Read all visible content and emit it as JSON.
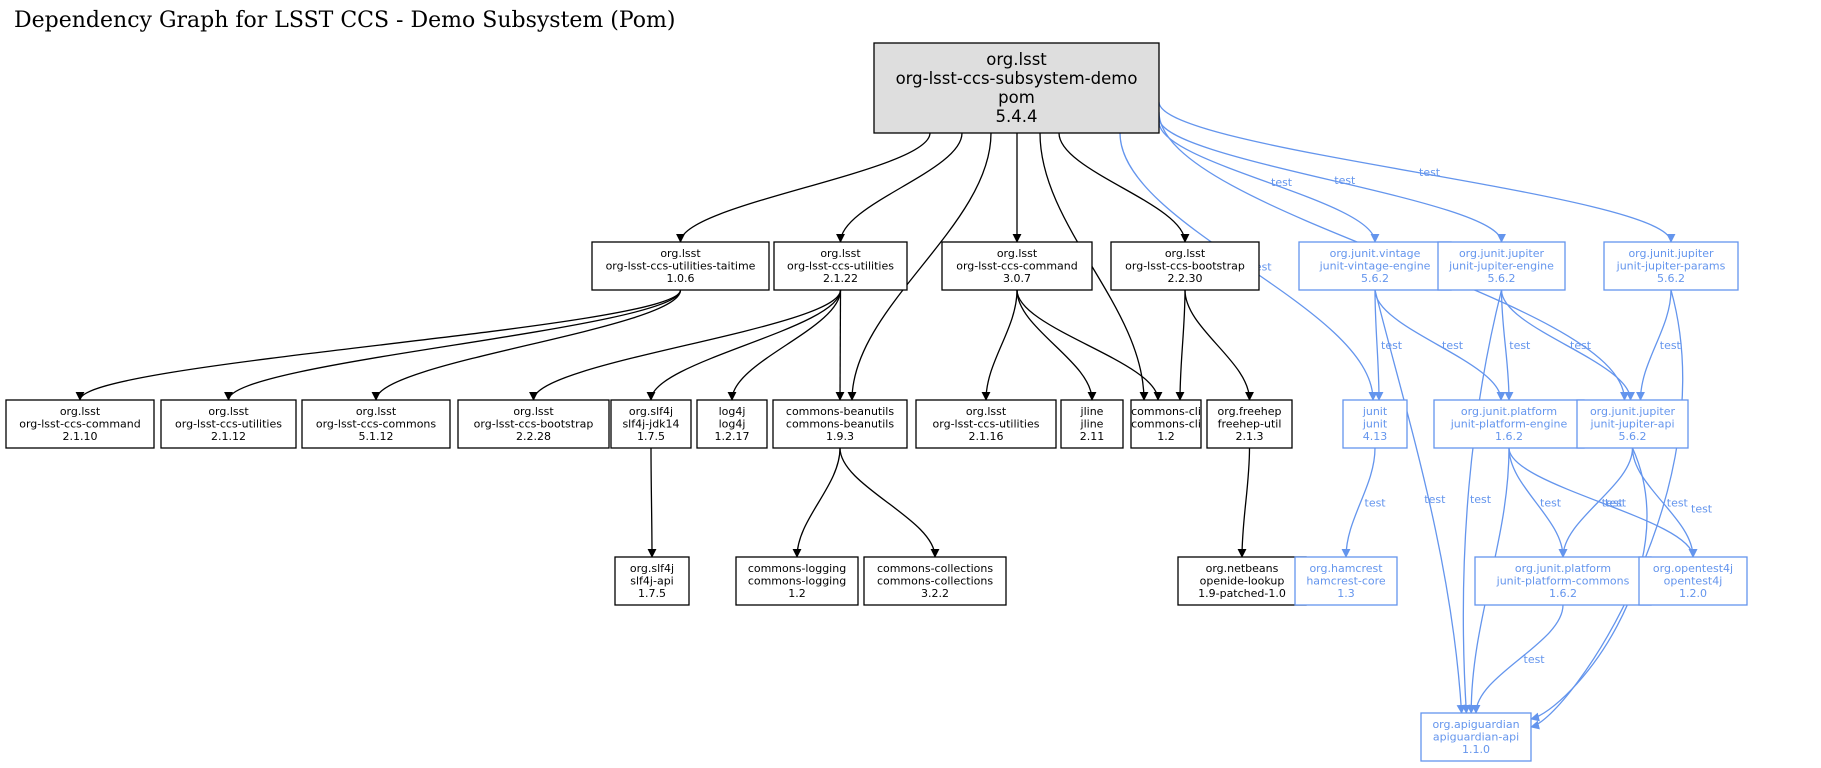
{
  "title": "Dependency Graph for LSST CCS - Demo Subsystem (Pom)",
  "colors": {
    "compile": "#000000",
    "test": "#6495ed",
    "root_fill": "#dedede"
  },
  "nodes": [
    {
      "id": "root",
      "lines": [
        "org.lsst",
        "org-lsst-ccs-subsystem-demo",
        "pom",
        "5.4.4"
      ],
      "scope": "root"
    },
    {
      "id": "taitime",
      "lines": [
        "org.lsst",
        "org-lsst-ccs-utilities-taitime",
        "1.0.6"
      ],
      "scope": "compile"
    },
    {
      "id": "utilities2122",
      "lines": [
        "org.lsst",
        "org-lsst-ccs-utilities",
        "2.1.22"
      ],
      "scope": "compile"
    },
    {
      "id": "command307",
      "lines": [
        "org.lsst",
        "org-lsst-ccs-command",
        "3.0.7"
      ],
      "scope": "compile"
    },
    {
      "id": "bootstrap2230",
      "lines": [
        "org.lsst",
        "org-lsst-ccs-bootstrap",
        "2.2.30"
      ],
      "scope": "compile"
    },
    {
      "id": "vintage",
      "lines": [
        "org.junit.vintage",
        "junit-vintage-engine",
        "5.6.2"
      ],
      "scope": "test"
    },
    {
      "id": "jupiterengine",
      "lines": [
        "org.junit.jupiter",
        "junit-jupiter-engine",
        "5.6.2"
      ],
      "scope": "test"
    },
    {
      "id": "jupiterparams",
      "lines": [
        "org.junit.jupiter",
        "junit-jupiter-params",
        "5.6.2"
      ],
      "scope": "test"
    },
    {
      "id": "command2110",
      "lines": [
        "org.lsst",
        "org-lsst-ccs-command",
        "2.1.10"
      ],
      "scope": "compile"
    },
    {
      "id": "utilities2112",
      "lines": [
        "org.lsst",
        "org-lsst-ccs-utilities",
        "2.1.12"
      ],
      "scope": "compile"
    },
    {
      "id": "commons5112",
      "lines": [
        "org.lsst",
        "org-lsst-ccs-commons",
        "5.1.12"
      ],
      "scope": "compile"
    },
    {
      "id": "bootstrap2228",
      "lines": [
        "org.lsst",
        "org-lsst-ccs-bootstrap",
        "2.2.28"
      ],
      "scope": "compile"
    },
    {
      "id": "slf4jjdk14",
      "lines": [
        "org.slf4j",
        "slf4j-jdk14",
        "1.7.5"
      ],
      "scope": "compile"
    },
    {
      "id": "log4j",
      "lines": [
        "log4j",
        "log4j",
        "1.2.17"
      ],
      "scope": "compile"
    },
    {
      "id": "beanutils",
      "lines": [
        "commons-beanutils",
        "commons-beanutils",
        "1.9.3"
      ],
      "scope": "compile"
    },
    {
      "id": "utilities2116",
      "lines": [
        "org.lsst",
        "org-lsst-ccs-utilities",
        "2.1.16"
      ],
      "scope": "compile"
    },
    {
      "id": "jline",
      "lines": [
        "jline",
        "jline",
        "2.11"
      ],
      "scope": "compile"
    },
    {
      "id": "commonscli",
      "lines": [
        "commons-cli",
        "commons-cli",
        "1.2"
      ],
      "scope": "compile"
    },
    {
      "id": "freehep",
      "lines": [
        "org.freehep",
        "freehep-util",
        "2.1.3"
      ],
      "scope": "compile"
    },
    {
      "id": "junit",
      "lines": [
        "junit",
        "junit",
        "4.13"
      ],
      "scope": "test"
    },
    {
      "id": "platformengine",
      "lines": [
        "org.junit.platform",
        "junit-platform-engine",
        "1.6.2"
      ],
      "scope": "test"
    },
    {
      "id": "jupiterapi",
      "lines": [
        "org.junit.jupiter",
        "junit-jupiter-api",
        "5.6.2"
      ],
      "scope": "test"
    },
    {
      "id": "slf4japi",
      "lines": [
        "org.slf4j",
        "slf4j-api",
        "1.7.5"
      ],
      "scope": "compile"
    },
    {
      "id": "logging",
      "lines": [
        "commons-logging",
        "commons-logging",
        "1.2"
      ],
      "scope": "compile"
    },
    {
      "id": "collections",
      "lines": [
        "commons-collections",
        "commons-collections",
        "3.2.2"
      ],
      "scope": "compile"
    },
    {
      "id": "openide",
      "lines": [
        "org.netbeans",
        "openide-lookup",
        "1.9-patched-1.0"
      ],
      "scope": "compile"
    },
    {
      "id": "hamcrest",
      "lines": [
        "org.hamcrest",
        "hamcrest-core",
        "1.3"
      ],
      "scope": "test"
    },
    {
      "id": "platformcommons",
      "lines": [
        "org.junit.platform",
        "junit-platform-commons",
        "1.6.2"
      ],
      "scope": "test"
    },
    {
      "id": "opentest4j",
      "lines": [
        "org.opentest4j",
        "opentest4j",
        "1.2.0"
      ],
      "scope": "test"
    },
    {
      "id": "apiguardian",
      "lines": [
        "org.apiguardian",
        "apiguardian-api",
        "1.1.0"
      ],
      "scope": "test"
    }
  ],
  "edges": [
    {
      "from": "root",
      "to": "taitime",
      "label": ""
    },
    {
      "from": "root",
      "to": "utilities2122",
      "label": ""
    },
    {
      "from": "root",
      "to": "beanutils",
      "label": ""
    },
    {
      "from": "root",
      "to": "command307",
      "label": ""
    },
    {
      "from": "root",
      "to": "commonscli",
      "label": ""
    },
    {
      "from": "root",
      "to": "bootstrap2230",
      "label": ""
    },
    {
      "from": "root",
      "to": "junit",
      "label": "test"
    },
    {
      "from": "root",
      "to": "vintage",
      "label": "test"
    },
    {
      "from": "root",
      "to": "jupiterengine",
      "label": "test"
    },
    {
      "from": "root",
      "to": "jupiterapi",
      "label": "test"
    },
    {
      "from": "root",
      "to": "jupiterparams",
      "label": "test"
    },
    {
      "from": "taitime",
      "to": "command2110",
      "label": ""
    },
    {
      "from": "taitime",
      "to": "utilities2112",
      "label": ""
    },
    {
      "from": "taitime",
      "to": "commons5112",
      "label": ""
    },
    {
      "from": "utilities2122",
      "to": "bootstrap2228",
      "label": ""
    },
    {
      "from": "utilities2122",
      "to": "slf4jjdk14",
      "label": ""
    },
    {
      "from": "utilities2122",
      "to": "log4j",
      "label": ""
    },
    {
      "from": "utilities2122",
      "to": "beanutils",
      "label": ""
    },
    {
      "from": "command307",
      "to": "utilities2116",
      "label": ""
    },
    {
      "from": "command307",
      "to": "jline",
      "label": ""
    },
    {
      "from": "command307",
      "to": "commonscli",
      "label": ""
    },
    {
      "from": "bootstrap2230",
      "to": "commonscli",
      "label": ""
    },
    {
      "from": "bootstrap2230",
      "to": "freehep",
      "label": ""
    },
    {
      "from": "vintage",
      "to": "junit",
      "label": "test"
    },
    {
      "from": "vintage",
      "to": "platformengine",
      "label": "test"
    },
    {
      "from": "vintage",
      "to": "apiguardian",
      "label": "test"
    },
    {
      "from": "jupiterengine",
      "to": "platformengine",
      "label": "test"
    },
    {
      "from": "jupiterengine",
      "to": "jupiterapi",
      "label": "test"
    },
    {
      "from": "jupiterengine",
      "to": "apiguardian",
      "label": "test"
    },
    {
      "from": "jupiterparams",
      "to": "jupiterapi",
      "label": "test"
    },
    {
      "from": "jupiterparams",
      "to": "apiguardian",
      "label": "test"
    },
    {
      "from": "slf4jjdk14",
      "to": "slf4japi",
      "label": ""
    },
    {
      "from": "beanutils",
      "to": "logging",
      "label": ""
    },
    {
      "from": "beanutils",
      "to": "collections",
      "label": ""
    },
    {
      "from": "freehep",
      "to": "openide",
      "label": ""
    },
    {
      "from": "junit",
      "to": "hamcrest",
      "label": "test"
    },
    {
      "from": "platformengine",
      "to": "platformcommons",
      "label": "test"
    },
    {
      "from": "platformengine",
      "to": "opentest4j",
      "label": "test"
    },
    {
      "from": "platformengine",
      "to": "apiguardian",
      "label": "test"
    },
    {
      "from": "jupiterapi",
      "to": "platformcommons",
      "label": "test"
    },
    {
      "from": "jupiterapi",
      "to": "opentest4j",
      "label": "test"
    },
    {
      "from": "jupiterapi",
      "to": "apiguardian",
      "label": "test"
    },
    {
      "from": "platformcommons",
      "to": "apiguardian",
      "label": "test"
    }
  ]
}
